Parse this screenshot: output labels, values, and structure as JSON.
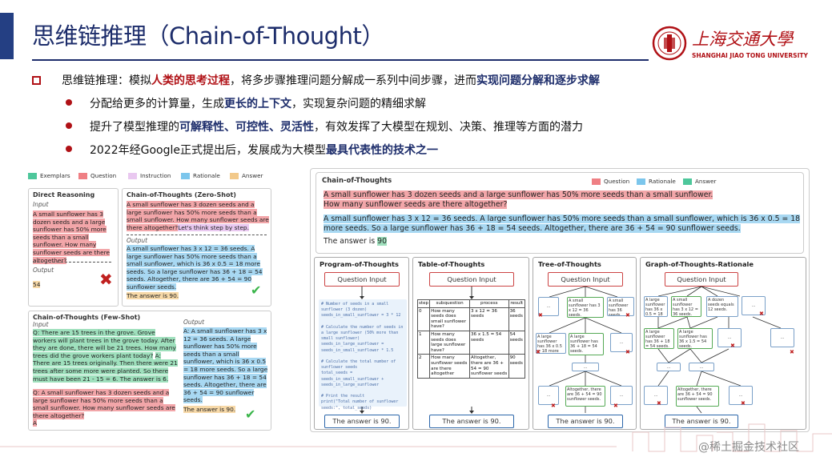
{
  "title": "思维链推理（Chain-of-Thought）",
  "logo": {
    "chinese": "上海交通大學",
    "english": "SHANGHAI JIAO TONG UNIVERSITY"
  },
  "main_bullet": {
    "prefix": "思维链推理：模拟",
    "hl1": "人类的思考过程",
    "middle": "，将多步骤推理问题分解成一系列中间步骤，进而",
    "hl2": "实现问题分解和逐步求解"
  },
  "sub_bullets": [
    {
      "prefix": "分配给更多的计算量，生成",
      "hl": "更长的上下文",
      "suffix": "，实现复杂问题的精细求解"
    },
    {
      "prefix": "提升了模型推理的",
      "hl": "可解释性、可控性、灵活性",
      "suffix": "，有效发挥了大模型在规划、决策、推理等方面的潜力"
    },
    {
      "prefix": "2022年经Google正式提出后，发展成为大模型",
      "hl": "最具代表性的技术之一",
      "suffix": ""
    }
  ],
  "left_figure": {
    "legend": [
      "Exemplars",
      "Question",
      "Instruction",
      "Rationale",
      "Answer"
    ],
    "colors": {
      "question": "#f2a6a9",
      "rationale": "#a8d8f2",
      "exemplar": "#9fe0bd",
      "answer": "#f7d9a8",
      "instruction": "#e9c8f0"
    },
    "direct": {
      "title": "Direct Reasoning",
      "input_label": "Input",
      "question": "A small sunflower has 3 dozen seeds and a large sunflower has 50% more seeds than a small sunflower.  How many sunflower seeds are there altogether?",
      "output_label": "Output",
      "answer": "54"
    },
    "zero_shot": {
      "title": "Chain-of-Thoughts (Zero-Shot)",
      "question": "A small sunflower has 3 dozen seeds and a large sunflower has 50% more seeds than a small sunflower.  How many sunflower seeds are there altogether?",
      "instruction": "Let's think step by step.",
      "output_label": "Output",
      "rationale": "A small sunflower has 3 x 12 = 36 seeds. A large sunflower has 50% more seeds than a small sunflower, which is 36 x 0.5 = 18 more seeds. So a large sunflower has 36 + 18 = 54 seeds. Altogether, there are 36 + 54 = 90 sunflower seeds.",
      "answer": "The answer is 90."
    },
    "few_shot": {
      "title": "Chain-of-Thoughts (Few-Shot)",
      "input_label": "Input",
      "output_label": "Output",
      "exemplar_q": "Q: There are 15 trees in the grove. Grove workers will plant trees in the grove today. After they are done, there will be 21 trees. How many trees did the grove workers plant today?",
      "exemplar_a": "A: There are 15 trees originally. Then there were 21 trees after some more were planted. So there must have been 21 - 15 = 6. The answer is 6.",
      "question": "Q: A small sunflower has 3 dozen seeds and a large sunflower has 50% more seeds than a small sunflower.  How many sunflower seeds are there altogether?",
      "a_label": "A",
      "rationale": "A: A small sunflower has 3 x 12 = 36 seeds. A large sunflower has 50% more seeds than a small sunflower, which is 36 x 0.5 = 18 more seeds. So a large sunflower has 36 + 18 = 54 seeds. Altogether, there are 36 + 54 = 90 sunflower seeds.",
      "answer": "The answer is 90."
    }
  },
  "right_figure": {
    "top": {
      "title": "Chain-of-Thoughts",
      "legend": [
        "Question",
        "Rationale",
        "Answer"
      ],
      "question": "A small sunflower has 3 dozen seeds and a large sunflower has 50% more seeds than a small sunflower.  How many sunflower seeds are there altogether?",
      "rationale": "A small sunflower has 3 x 12 = 36 seeds. A large sunflower has 50% more seeds than a small sunflower, which is 36 x 0.5 = 18 more seeds. So a large sunflower has 36 + 18 = 54 seeds. Altogether, there are 36 + 54 = 90 sunflower seeds.",
      "answer_prefix": "The answer is ",
      "answer_value": "90"
    },
    "question_input": "Question Input",
    "answer_text": "The answer is 90.",
    "pot": {
      "title": "Program-of-Thoughts",
      "code": "# Number of seeds in a small\nsunflower (3 dozen)\nseeds_in_small_sunflower = 3 * 12\n\n# Calculate the number of seeds in\na large sunflower (50% more than\nsmall sunflower)\nseeds_in_large_sunflower =\nseeds_in_small_sunflower * 1.5\n\n# Calculate the total number of\nsunflower seeds\ntotal_seeds =\nseeds_in_small_sunflower +\nseeds_in_large_sunflower\n\n# Print the result\nprint(\"Total number of sunflower\nseeds:\", total_seeds)"
    },
    "tot_table": {
      "title": "Table-of-Thoughts",
      "headers": [
        "step",
        "subquestion",
        "process",
        "result"
      ],
      "rows": [
        [
          "0",
          "How many seeds does small sunflower have?",
          "3 x 12 = 36 seeds",
          "36 seeds"
        ],
        [
          "1",
          "How many seeds does large sunflower have?",
          "36 x 1.5 = 54 seeds",
          "54 seeds"
        ],
        [
          "2",
          "How many sunflower seeds are there altogether",
          "Altogether, there are 36 + 54 = 90 sunflower seeds",
          "90 seeds"
        ]
      ]
    },
    "tree": {
      "title": "Tree-of-Thoughts",
      "ellipsis": "...",
      "node_small": "A small sunflower has 3 x 12 = 36 seeds.",
      "node_small_b": "A small sunflower has 36 seeds.",
      "node_large_a": "A large sunflower has 36 x 0.5 = 18 more seeds",
      "node_large_b": "A large sunflower has 36 + 18 = 54 seeds.",
      "node_final": "Altogether, there are 36 + 54 = 90 sunflower seeds."
    },
    "graph": {
      "title": "Graph-of-Thoughts-Rationale",
      "ellipsis": "...",
      "n1": "A large sunflower has 36 x 0.5 = 18 more seeds.",
      "n2": "A small sunflower has 3 x 12 = 36 seeds.",
      "n3": "A dozen seeds equals 12 seeds.",
      "n4": "A large sunflower has 36 + 18 = 54 seeds.",
      "n5": "A large sunflower has 36 x 1.5 = 54 seeds.",
      "n6": "Altogether, there are 36 + 54 = 90 sunflower seeds."
    }
  },
  "watermark": "@稀土掘金技术社区"
}
